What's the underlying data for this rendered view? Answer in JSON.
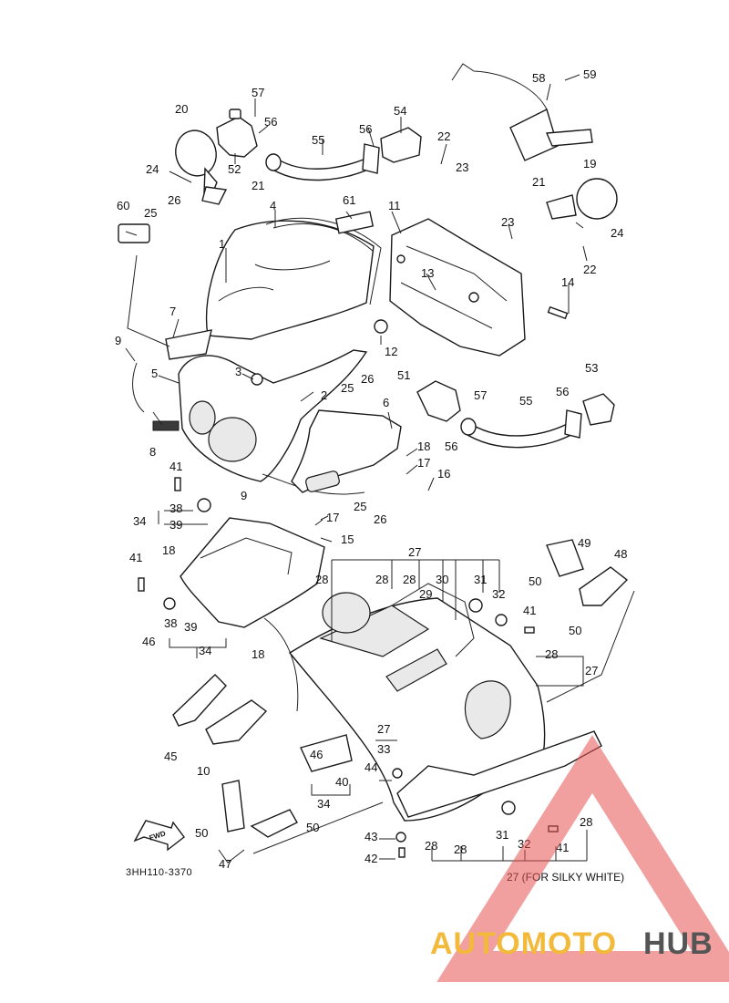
{
  "diagram": {
    "drawing_code": "3HH110-3370",
    "variant_note": "27 (FOR SILKY WHITE)",
    "fwd_label": "FWD",
    "callouts": [
      {
        "id": "c1",
        "label": "1"
      },
      {
        "id": "c2",
        "label": "2"
      },
      {
        "id": "c3",
        "label": "3"
      },
      {
        "id": "c4",
        "label": "4"
      },
      {
        "id": "c5",
        "label": "5"
      },
      {
        "id": "c6",
        "label": "6"
      },
      {
        "id": "c7",
        "label": "7"
      },
      {
        "id": "c8",
        "label": "8"
      },
      {
        "id": "c9a",
        "label": "9"
      },
      {
        "id": "c9b",
        "label": "9"
      },
      {
        "id": "c10",
        "label": "10"
      },
      {
        "id": "c11",
        "label": "11"
      },
      {
        "id": "c12",
        "label": "12"
      },
      {
        "id": "c13",
        "label": "13"
      },
      {
        "id": "c14",
        "label": "14"
      },
      {
        "id": "c15",
        "label": "15"
      },
      {
        "id": "c16",
        "label": "16"
      },
      {
        "id": "c17a",
        "label": "17"
      },
      {
        "id": "c17b",
        "label": "17"
      },
      {
        "id": "c18a",
        "label": "18"
      },
      {
        "id": "c18b",
        "label": "18"
      },
      {
        "id": "c18c",
        "label": "18"
      },
      {
        "id": "c19",
        "label": "19"
      },
      {
        "id": "c20",
        "label": "20"
      },
      {
        "id": "c21a",
        "label": "21"
      },
      {
        "id": "c21b",
        "label": "21"
      },
      {
        "id": "c22a",
        "label": "22"
      },
      {
        "id": "c22b",
        "label": "22"
      },
      {
        "id": "c23a",
        "label": "23"
      },
      {
        "id": "c23b",
        "label": "23"
      },
      {
        "id": "c24a",
        "label": "24"
      },
      {
        "id": "c24b",
        "label": "24"
      },
      {
        "id": "c25a",
        "label": "25"
      },
      {
        "id": "c25b",
        "label": "25"
      },
      {
        "id": "c25c",
        "label": "25"
      },
      {
        "id": "c26a",
        "label": "26"
      },
      {
        "id": "c26b",
        "label": "26"
      },
      {
        "id": "c26c",
        "label": "26"
      },
      {
        "id": "c27a",
        "label": "27"
      },
      {
        "id": "c27b",
        "label": "27"
      },
      {
        "id": "c27c",
        "label": "27"
      },
      {
        "id": "c28a",
        "label": "28"
      },
      {
        "id": "c28b",
        "label": "28"
      },
      {
        "id": "c28c",
        "label": "28"
      },
      {
        "id": "c28d",
        "label": "28"
      },
      {
        "id": "c28e",
        "label": "28"
      },
      {
        "id": "c28f",
        "label": "28"
      },
      {
        "id": "c28g",
        "label": "28"
      },
      {
        "id": "c29",
        "label": "29"
      },
      {
        "id": "c30",
        "label": "30"
      },
      {
        "id": "c31a",
        "label": "31"
      },
      {
        "id": "c31b",
        "label": "31"
      },
      {
        "id": "c32a",
        "label": "32"
      },
      {
        "id": "c32b",
        "label": "32"
      },
      {
        "id": "c33",
        "label": "33"
      },
      {
        "id": "c34a",
        "label": "34"
      },
      {
        "id": "c34b",
        "label": "34"
      },
      {
        "id": "c34c",
        "label": "34"
      },
      {
        "id": "c38a",
        "label": "38"
      },
      {
        "id": "c38b",
        "label": "38"
      },
      {
        "id": "c39a",
        "label": "39"
      },
      {
        "id": "c39b",
        "label": "39"
      },
      {
        "id": "c40",
        "label": "40"
      },
      {
        "id": "c41a",
        "label": "41"
      },
      {
        "id": "c41b",
        "label": "41"
      },
      {
        "id": "c41c",
        "label": "41"
      },
      {
        "id": "c41d",
        "label": "41"
      },
      {
        "id": "c42",
        "label": "42"
      },
      {
        "id": "c43",
        "label": "43"
      },
      {
        "id": "c44",
        "label": "44"
      },
      {
        "id": "c45",
        "label": "45"
      },
      {
        "id": "c46a",
        "label": "46"
      },
      {
        "id": "c46b",
        "label": "46"
      },
      {
        "id": "c47",
        "label": "47"
      },
      {
        "id": "c48",
        "label": "48"
      },
      {
        "id": "c49",
        "label": "49"
      },
      {
        "id": "c50a",
        "label": "50"
      },
      {
        "id": "c50b",
        "label": "50"
      },
      {
        "id": "c50c",
        "label": "50"
      },
      {
        "id": "c50d",
        "label": "50"
      },
      {
        "id": "c51",
        "label": "51"
      },
      {
        "id": "c52",
        "label": "52"
      },
      {
        "id": "c53",
        "label": "53"
      },
      {
        "id": "c54",
        "label": "54"
      },
      {
        "id": "c55a",
        "label": "55"
      },
      {
        "id": "c55b",
        "label": "55"
      },
      {
        "id": "c56a",
        "label": "56"
      },
      {
        "id": "c56b",
        "label": "56"
      },
      {
        "id": "c56c",
        "label": "56"
      },
      {
        "id": "c56d",
        "label": "56"
      },
      {
        "id": "c57a",
        "label": "57"
      },
      {
        "id": "c57b",
        "label": "57"
      },
      {
        "id": "c58",
        "label": "58"
      },
      {
        "id": "c59",
        "label": "59"
      },
      {
        "id": "c60",
        "label": "60"
      },
      {
        "id": "c61",
        "label": "61"
      }
    ]
  },
  "watermark": {
    "text_accent": "AUTOMOTO",
    "text_dark": "HUB",
    "accent_color": "#f2b93a",
    "triangle_color": "#e85050"
  }
}
